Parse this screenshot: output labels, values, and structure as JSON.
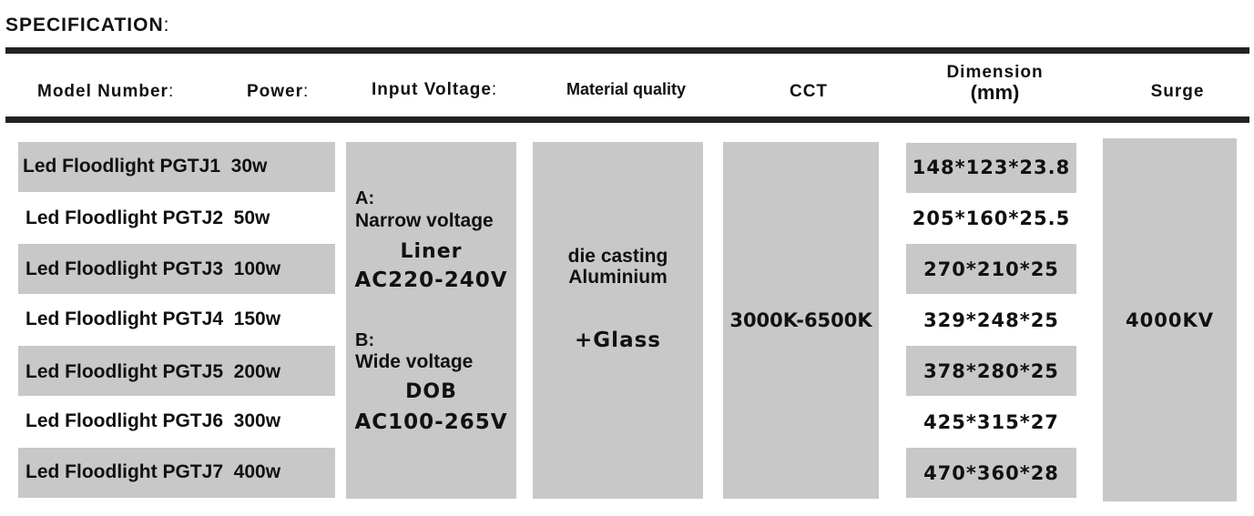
{
  "title": "SPECIFICATION",
  "title_colon": ":",
  "headers": {
    "model": "Model Number",
    "power": "Power",
    "voltage": "Input Voltage",
    "colon": ":",
    "material": "Material quality",
    "cct": "CCT",
    "dimension_line1": "Dimension",
    "dimension_line2": "(mm)",
    "surge": "Surge"
  },
  "rows": [
    {
      "model": "Led Floodlight PGTJ1",
      "power": "30w",
      "dimension": "148*123*23.8"
    },
    {
      "model": "Led Floodlight PGTJ2",
      "power": "50w",
      "dimension": "205*160*25.5"
    },
    {
      "model": "Led Floodlight PGTJ3",
      "power": "100w",
      "dimension": "270*210*25"
    },
    {
      "model": "Led Floodlight PGTJ4",
      "power": "150w",
      "dimension": "329*248*25"
    },
    {
      "model": "Led Floodlight PGTJ5",
      "power": "200w",
      "dimension": "378*280*25"
    },
    {
      "model": "Led Floodlight PGTJ6",
      "power": "300w",
      "dimension": "425*315*27"
    },
    {
      "model": "Led Floodlight PGTJ7",
      "power": "400w",
      "dimension": "470*360*28"
    }
  ],
  "voltage": {
    "a_label": "A:",
    "a_type": "Narrow voltage",
    "a_driver": "Liner",
    "a_range": "AC220-240V",
    "b_label": "B:",
    "b_type": "Wide voltage",
    "b_driver": "DOB",
    "b_range": "AC100-265V"
  },
  "material": {
    "line1": "die casting",
    "line2": "Aluminium",
    "line3": "+Glass"
  },
  "cct": "3000K-6500K",
  "surge": "4000KV",
  "colors": {
    "cell_gray": "#c8c8c8",
    "rule": "#222222",
    "text": "#111111"
  }
}
